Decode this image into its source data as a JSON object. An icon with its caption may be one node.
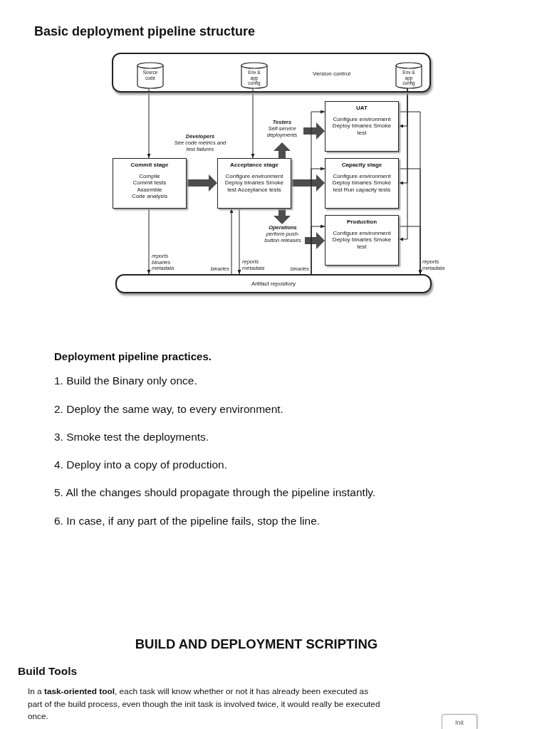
{
  "diagram": {
    "title": "Basic deployment pipeline structure",
    "nodes": [
      {
        "text": [
          "Version control"
        ]
      },
      {
        "text": [
          "Source code"
        ],
        "in": 0
      },
      {
        "text": [
          "Env & app config"
        ],
        "in": 0
      },
      {
        "text": [
          "Env & app config"
        ],
        "in": 0
      },
      {
        "text": [
          "Commit stage",
          "Compile Commit tests Assemble Code analysis"
        ]
      },
      {
        "text": [
          "Acceptance stage",
          "Configure environment Deploy binaries Smoke test Acceptance tests"
        ]
      },
      {
        "text": [
          "Testers",
          "Self-service deployments"
        ]
      },
      {
        "text": [
          "UAT",
          "Configure environment Deploy binaries Smoke test"
        ]
      },
      {
        "text": [
          "Capacity stage",
          "Configure environment Deploy binaries Smoke test Run capacity tests"
        ]
      },
      {
        "text": [
          "Operations",
          "perform push-button releases"
        ]
      },
      {
        "text": [
          "Production",
          "Configure environment Deploy binaries Smoke test"
        ]
      },
      {
        "text": [
          "Artifact repository"
        ]
      },
      {
        "text": [
          "Init"
        ]
      }
    ],
    "edges": [
      {
        "from": 1,
        "to": 4,
        "arrow": "to"
      },
      {
        "from": 2,
        "to": 5,
        "arrow": "to"
      },
      {
        "from": 3,
        "to": 7,
        "arrow": "to"
      },
      {
        "from": 3,
        "to": 8,
        "arrow": "to"
      },
      {
        "from": 3,
        "to": 10,
        "arrow": "to"
      },
      {
        "from": 4,
        "to": 5,
        "arrow": "to",
        "style": "thick",
        "color": "#4d4d4d"
      },
      {
        "from": 5,
        "to": 6,
        "arrow": "to",
        "style": "thick",
        "color": "#4d4d4d"
      },
      {
        "from": 5,
        "to": 8,
        "arrow": "to",
        "style": "thick",
        "color": "#4d4d4d"
      },
      {
        "from": 5,
        "to": 9,
        "arrow": "to",
        "style": "thick",
        "color": "#4d4d4d"
      },
      {
        "from": 6,
        "to": 7,
        "arrow": "to",
        "style": "thick",
        "color": "#4d4d4d"
      },
      {
        "from": 9,
        "to": 10,
        "arrow": "to",
        "style": "thick",
        "color": "#4d4d4d"
      },
      {
        "from": 4,
        "to": 11,
        "arrow": "to",
        "label": "reports binaries metadata"
      },
      {
        "from": 11,
        "to": 5,
        "arrow": "to",
        "label": "binaries"
      },
      {
        "from": 5,
        "to": 11,
        "arrow": "to",
        "label": "reports metadata"
      },
      {
        "from": 11,
        "to": 7,
        "arrow": "to",
        "label": "binaries"
      },
      {
        "from": 11,
        "to": 8,
        "arrow": "to"
      },
      {
        "from": 11,
        "to": 10,
        "arrow": "to"
      },
      {
        "from": 7,
        "to": 11,
        "arrow": "to",
        "label": "reports metadata"
      },
      {
        "from": 8,
        "to": 11,
        "arrow": "to"
      },
      {
        "from": 10,
        "to": 11,
        "arrow": "to"
      }
    ],
    "labels": [
      "Developers",
      "See code metrics and test failures",
      "Deployment pipeline practices.",
      "1. Build the Binary only once.",
      "2. Deploy the same way, to every environment.",
      "3. Smoke test the deployments.",
      "4. Deploy into a copy of production.",
      "5. All the changes should propagate through the pipeline instantly.",
      "6. In case, if any part of the pipeline fails, stop the line.",
      "BUILD AND DEPLOYMENT SCRIPTING",
      "Build Tools",
      "In a **task-oriented tool**, each task will know whether or not it has already been executed as part of the build process, even though the init task is involved twice, it would really be executed once."
    ]
  }
}
